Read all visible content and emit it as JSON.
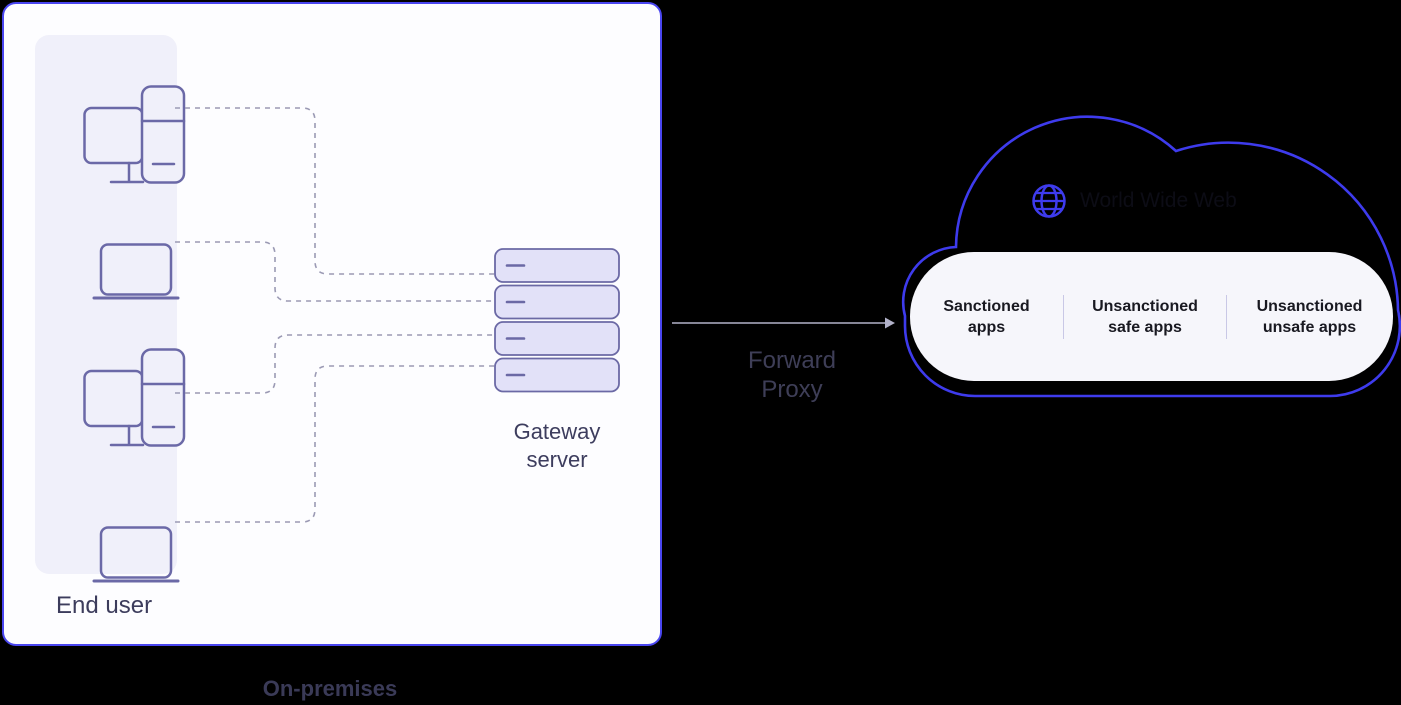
{
  "background_color": "#000000",
  "on_premises": {
    "caption": "On-premises",
    "end_user_label": "End user",
    "gateway_label": "Gateway\nserver",
    "devices": [
      "desktop",
      "laptop",
      "desktop",
      "laptop"
    ],
    "server_slot_count": 4
  },
  "arrow": {
    "label": "Forward\nProxy"
  },
  "cloud": {
    "title": "World Wide Web",
    "icon": "globe-icon",
    "app_categories": [
      "Sanctioned\napps",
      "Unsanctioned\nsafe apps",
      "Unsanctioned\nunsafe apps"
    ]
  },
  "colors": {
    "box_border_blue": "#4a46f0",
    "cloud_stroke_blue": "#3e3bed",
    "icon_stroke": "#6b69a7",
    "server_fill": "#e2e1f8",
    "server_stroke": "#6b69a5",
    "connector_gray": "#9b9ab4",
    "arrow_gray": "#b2b2c9",
    "panel_fill": "#f0f0fa",
    "pill_fill": "#f6f6fb",
    "label_dark": "#3c3c5c"
  }
}
